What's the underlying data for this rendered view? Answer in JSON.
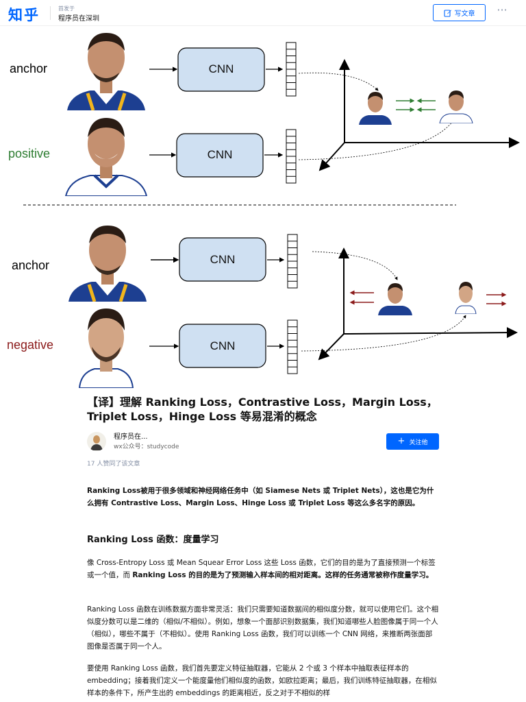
{
  "header": {
    "logo": "知乎",
    "publish_prefix": "首发于",
    "column_name": "程序员在深圳",
    "write_label": "写文章",
    "more_label": "···"
  },
  "figure": {
    "top_labels": {
      "anchor": "anchor",
      "positive": "positive"
    },
    "bottom_labels": {
      "anchor": "anchor",
      "negative": "negative"
    },
    "cnn_label": "CNN",
    "colors": {
      "positive": "#2e7d32",
      "negative": "#8b1a1a",
      "cnn_fill": "#cfe0f2",
      "green_arrow": "#2e7d32",
      "red_arrow": "#8b1a1a"
    }
  },
  "article": {
    "title": "【译】理解 Ranking Loss，Contrastive Loss，Margin Loss，Triplet Loss，Hinge Loss 等易混淆的概念",
    "author": {
      "name": "程序员在...",
      "desc": "wx公众号：studycode",
      "follow_label": "关注他"
    },
    "likes": "17 人赞同了该文章",
    "para1": "Ranking Loss被用于很多领域和神经网络任务中（如 Siamese Nets 或 Triplet Nets），这也是它为什么拥有 Contrastive Loss、Margin Loss、Hinge Loss 或 Triplet Loss 等这么多名字的原因。",
    "heading1": "Ranking Loss 函数：度量学习",
    "para2a": "像 Cross-Entropy Loss 或 Mean Squear Error Loss 这些 Loss 函数，它们的目的是为了直接预测一个标签或一个值，而 ",
    "para2b": "Ranking Loss 的目的是为了预测输入样本间的相对距离。这样的任务通常被称作度量学习。",
    "para3": "Ranking Loss 函数在训练数据方面非常灵活：我们只需要知道数据间的相似度分数，就可以使用它们。这个相似度分数可以是二维的（相似/不相似）。例如，想象一个面部识别数据集，我们知道哪些人脸图像属于同一个人（相似），哪些不属于（不相似）。使用 Ranking Loss 函数，我们可以训练一个 CNN 网络，来推断两张面部图像是否属于同一个人。",
    "para4": "要使用 Ranking Loss 函数，我们首先要定义特征抽取器，它能从 2 个或 3 个样本中抽取表征样本的 embedding；接着我们定义一个能度量他们相似度的函数，如欧拉距离；最后，我们训练特征抽取器，在相似样本的条件下，所产生出的 embeddings 的距离相近，反之对于不相似的样"
  }
}
